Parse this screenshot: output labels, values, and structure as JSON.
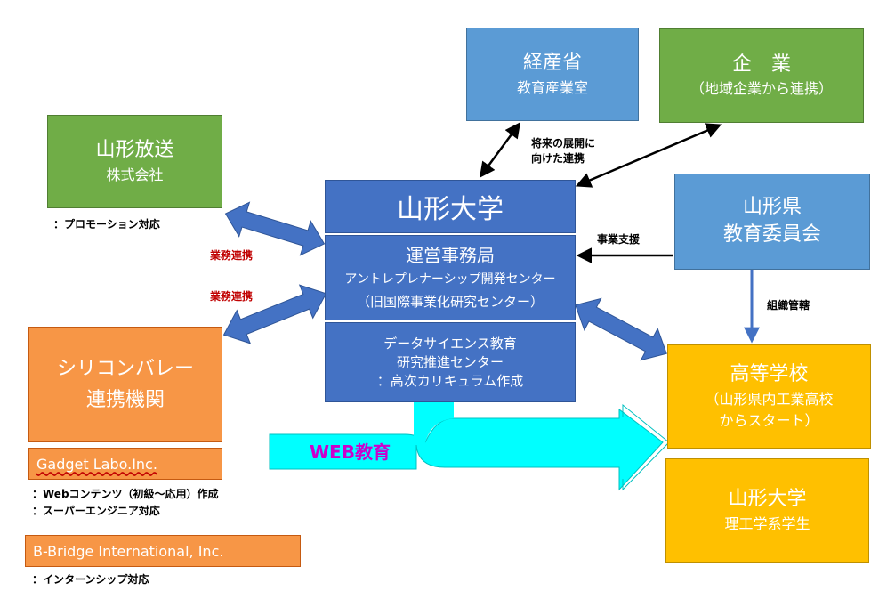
{
  "nodes": {
    "meti": {
      "line1": "経産省",
      "line2": "教育産業室"
    },
    "kigyo": {
      "line1": "企　業",
      "line2": "（地域企業から連携）"
    },
    "ybc": {
      "line1": "山形放送",
      "line2": "株式会社"
    },
    "yamagata_univ": {
      "title": "山形大学"
    },
    "office": {
      "line1": "運営事務局",
      "line2": "アントレプレナーシップ開発センター",
      "line3": "（旧国際事業化研究センター）"
    },
    "datascience": {
      "line1": "データサイエンス教育",
      "line2": "研究推進センター",
      "line3": "：高次カリキュラム作成"
    },
    "pref": {
      "line1": "山形県",
      "line2": "教育委員会"
    },
    "silicon": {
      "line1": "シリコンバレー",
      "line2": "連携機関"
    },
    "highschool": {
      "line1": "高等学校",
      "line2": "（山形県内工業高校",
      "line3": "からスタート）"
    },
    "students": {
      "line1": "山形大学",
      "line2": "理工学系学生"
    },
    "gadget": {
      "label": "Gadget Labo.Inc."
    },
    "bbridge": {
      "label": "B-Bridge International, Inc."
    }
  },
  "notes": {
    "promotion": "：プロモーション対応",
    "future_1": "将来の展開に",
    "future_2": "向けた連携",
    "biz_support": "事業支援",
    "gyomu_1": "業務連携",
    "gyomu_2": "業務連携",
    "soshiki": "組織管轄",
    "web_content_1": "：Webコンテンツ（初級～応用）作成",
    "web_content_2": "：スーパーエンジニア対応",
    "intern": "：インターンシップ対応"
  },
  "web_label": "WEB教育",
  "colors": {
    "dark_blue": "#4472c4",
    "light_blue": "#5b9bd5",
    "green": "#70ad47",
    "orange": "#f79646",
    "gold": "#ffc000",
    "cyan": "#00ffff",
    "magenta": "#cc00cc",
    "red": "#c00000"
  }
}
